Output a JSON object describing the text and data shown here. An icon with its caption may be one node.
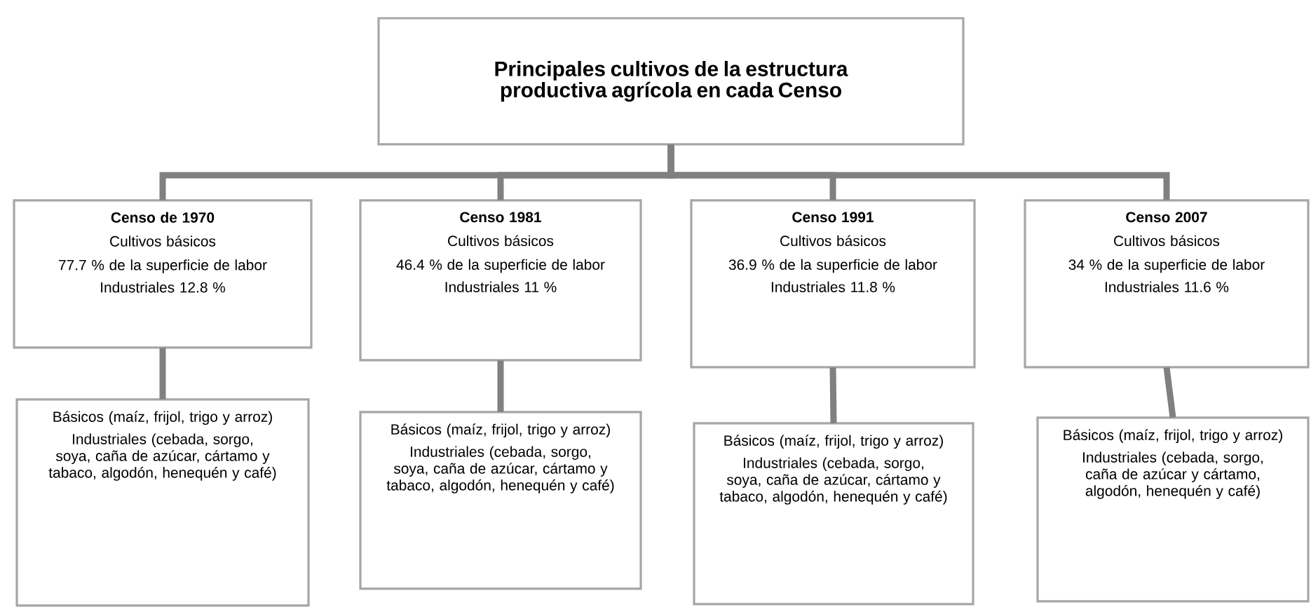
{
  "diagram": {
    "nodes": [
      {
        "text": [
          "Principales cultivos de la estructura productiva agrícola en cada Censo"
        ]
      },
      {
        "text": [
          "Censo de 1970",
          "Cultivos básicos",
          "77.7 % de la superficie de labor",
          "Industriales 12.8 %"
        ]
      },
      {
        "text": [
          "Censo 1981",
          "Cultivos básicos",
          "46.4 % de la superficie de labor",
          "Industriales 11 %"
        ]
      },
      {
        "text": [
          "Censo 1991",
          "Cultivos básicos",
          "36.9 % de la superficie de labor",
          "Industriales 11.8 %"
        ]
      },
      {
        "text": [
          "Censo 2007",
          "Cultivos básicos",
          "34 % de la superficie de labor",
          "Industriales 11.6 %"
        ]
      },
      {
        "text": [
          "Básicos (maíz, frijol, trigo y arroz)",
          "Industriales (cebada, sorgo, soya, caña de azúcar, cártamo y tabaco, algodón, henequén y café)"
        ]
      },
      {
        "text": [
          "Básicos (maíz, frijol, trigo y arroz)",
          "Industriales (cebada, sorgo, soya, caña de azúcar, cártamo y tabaco, algodón, henequén y café)"
        ]
      },
      {
        "text": [
          "Básicos (maíz, frijol, trigo y arroz)",
          "Industriales (cebada, sorgo, soya, caña de azúcar, cártamo y tabaco, algodón, henequén y café)"
        ]
      },
      {
        "text": [
          "Básicos (maíz, frijol, trigo y arroz)",
          "Industriales (cebada, sorgo, caña de azúcar y cártamo, algodón, henequén y café)"
        ]
      }
    ],
    "edges": [
      {
        "from": 0,
        "to": 1,
        "arrow": "none"
      },
      {
        "from": 0,
        "to": 2,
        "arrow": "none"
      },
      {
        "from": 0,
        "to": 3,
        "arrow": "none"
      },
      {
        "from": 0,
        "to": 4,
        "arrow": "none"
      },
      {
        "from": 1,
        "to": 5,
        "arrow": "none"
      },
      {
        "from": 2,
        "to": 6,
        "arrow": "none"
      },
      {
        "from": 3,
        "to": 7,
        "arrow": "none"
      },
      {
        "from": 4,
        "to": 8,
        "arrow": "none"
      }
    ]
  }
}
